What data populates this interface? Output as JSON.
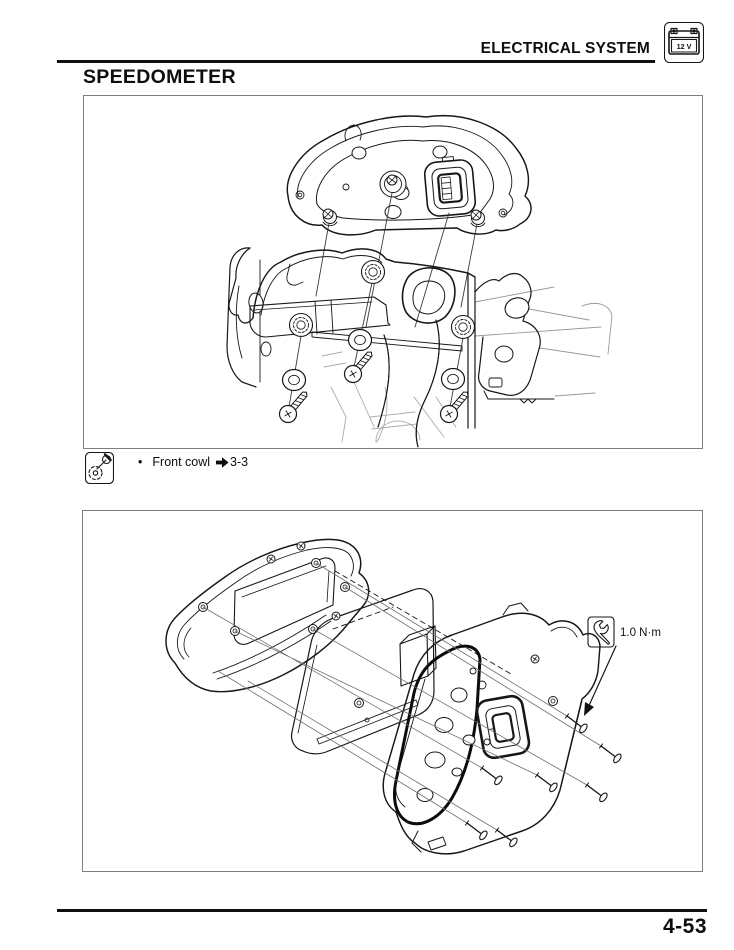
{
  "page": {
    "header": {
      "section_title": "ELECTRICAL SYSTEM",
      "battery_icon": {
        "icon": "battery-12v-icon",
        "label": "12 V"
      }
    },
    "title": "SPEEDOMETER",
    "note": {
      "icon": "gear-wrench-service-icon",
      "bullet": "•",
      "label": "Front cowl",
      "arrow_symbol": "➔",
      "reference": "3-3"
    },
    "figure2": {
      "torque_icon": "torque-wrench-icon",
      "torque_label": "1.0 N·m"
    },
    "footer": {
      "page_number": "4-53"
    }
  }
}
